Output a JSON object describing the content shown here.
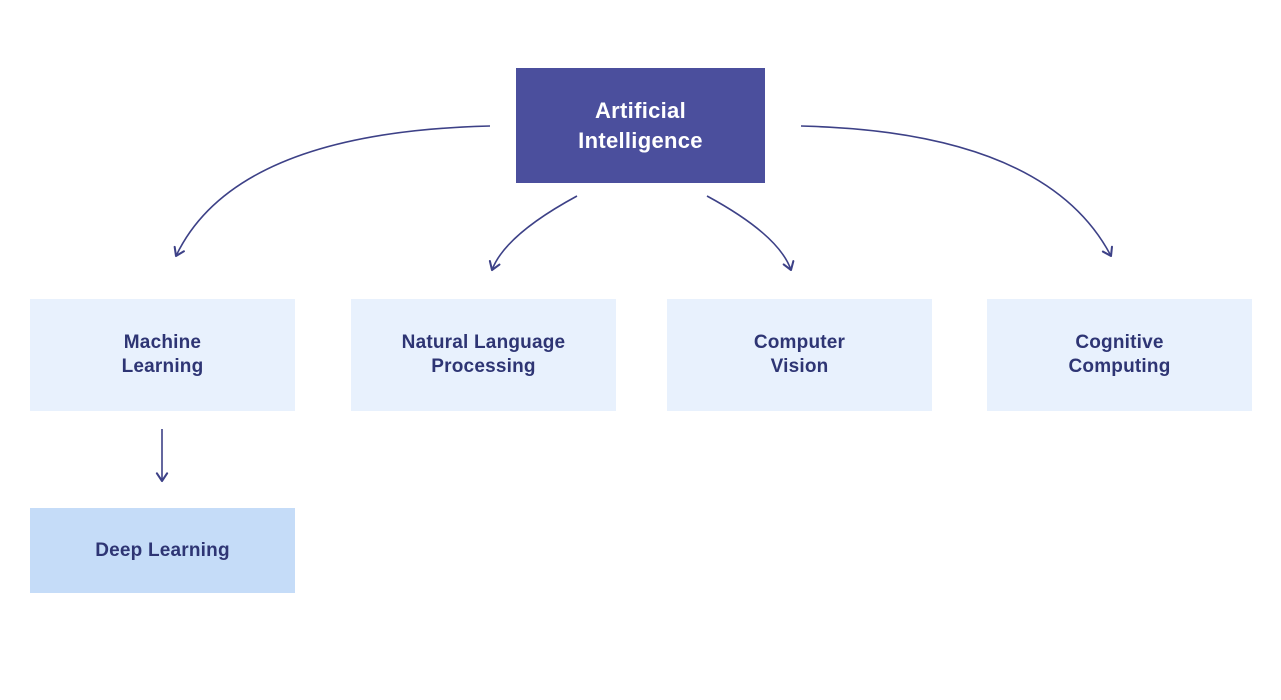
{
  "diagram": {
    "root_node": {
      "label": "Artificial Intelligence",
      "lines": [
        "Artificial",
        "Intelligence"
      ]
    },
    "children": [
      {
        "label": "Machine Learning",
        "lines": [
          "Machine",
          "Learning"
        ]
      },
      {
        "label": "Natural Language Processing",
        "lines": [
          "Natural Language",
          "Processing"
        ]
      },
      {
        "label": "Computer Vision",
        "lines": [
          "Computer",
          "Vision"
        ]
      },
      {
        "label": "Cognitive Computing",
        "lines": [
          "Cognitive",
          "Computing"
        ]
      }
    ],
    "sub_node": {
      "label": "Deep Learning"
    }
  },
  "colors": {
    "root_bg": "#4b4f9d",
    "root_text": "#ffffff",
    "child_bg": "#e8f1fd",
    "sub_bg": "#c5dcf8",
    "node_text": "#2e3574",
    "arrow": "#3d4187"
  }
}
